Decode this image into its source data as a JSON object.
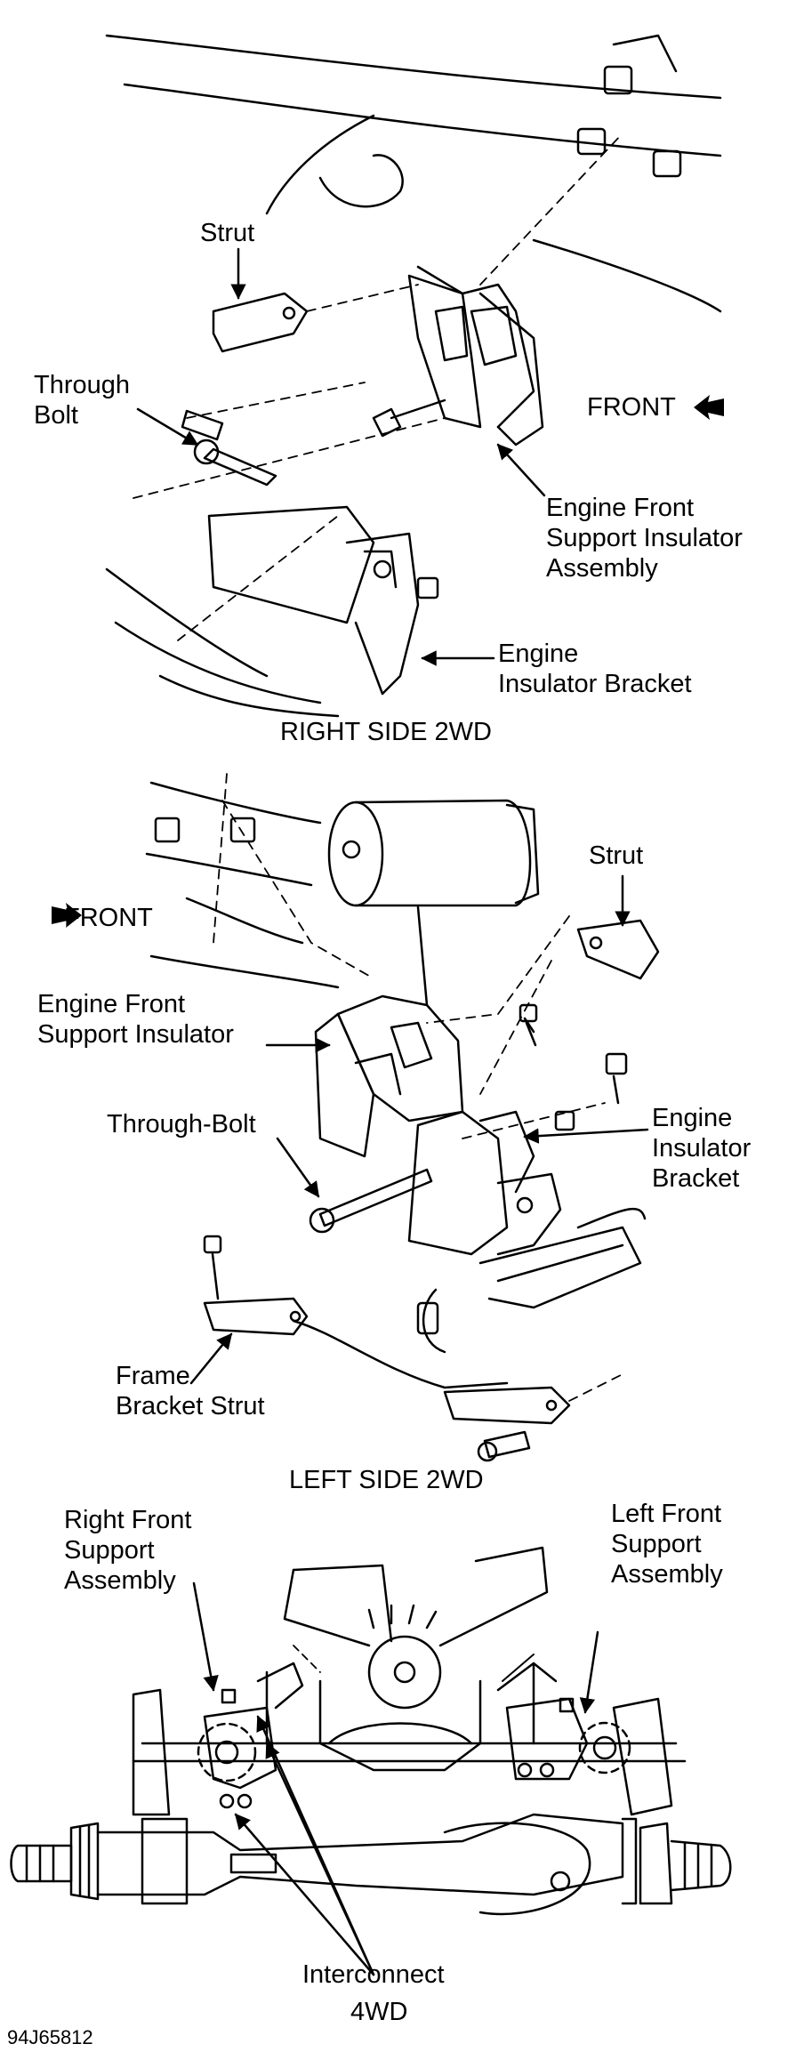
{
  "panel1": {
    "caption": "RIGHT SIDE 2WD",
    "strut": "Strut",
    "through_bolt": [
      "Through",
      "Bolt"
    ],
    "front": "FRONT",
    "insulator_assembly": [
      "Engine Front",
      "Support Insulator",
      "Assembly"
    ],
    "insulator_bracket": [
      "Engine",
      "Insulator Bracket"
    ]
  },
  "panel2": {
    "caption": "LEFT SIDE 2WD",
    "front": "FRONT",
    "strut": "Strut",
    "insulator": [
      "Engine Front",
      "Support Insulator"
    ],
    "through_bolt": "Through-Bolt",
    "insulator_bracket": [
      "Engine",
      "Insulator",
      "Bracket"
    ],
    "frame_bracket_strut": [
      "Frame",
      "Bracket Strut"
    ]
  },
  "panel3": {
    "right_front": [
      "Right Front",
      "Support",
      "Assembly"
    ],
    "left_front": [
      "Left Front",
      "Support",
      "Assembly"
    ],
    "interconnect": "Interconnect",
    "caption": "4WD"
  },
  "figure_code": "94J65812"
}
